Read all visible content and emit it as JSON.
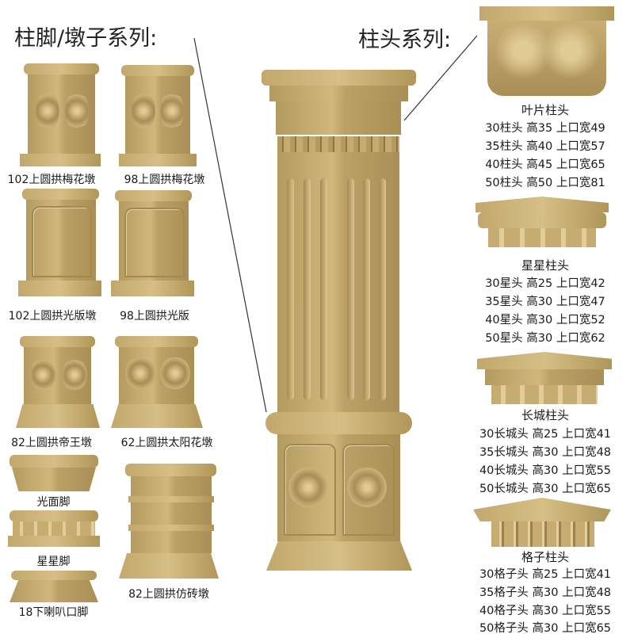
{
  "left_title": "柱脚/墩子系列:",
  "right_title": "柱头系列:",
  "base_products": [
    {
      "label": "102上圆拱梅花墩"
    },
    {
      "label": "98上圆拱梅花墩"
    },
    {
      "label": "102上圆拱光版墩"
    },
    {
      "label": "98上圆拱光版"
    },
    {
      "label": "82上圆拱帝王墩"
    },
    {
      "label": "62上圆拱太阳花墩"
    },
    {
      "label": "光面脚"
    },
    {
      "label": "星星脚"
    },
    {
      "label": "18下喇叭口脚"
    },
    {
      "label": "82上圆拱仿砖墩"
    }
  ],
  "capitals": [
    {
      "name": "叶片柱头",
      "specs": [
        "30柱头 高35 上口宽49",
        "35柱头 高40 上口宽57",
        "40柱头 高45 上口宽65",
        "50柱头 高50 上口宽81"
      ]
    },
    {
      "name": "星星柱头",
      "specs": [
        "30星头 高25 上口宽42",
        "35星头 高30 上口宽47",
        "40星头 高30 上口宽52",
        "50星头 高30 上口宽62"
      ]
    },
    {
      "name": "长城柱头",
      "specs": [
        "30长城头 高25 上口宽41",
        "35长城头 高30 上口宽48",
        "40长城头 高30 上口宽55",
        "50长城头 高30 上口宽65"
      ]
    },
    {
      "name": "格子柱头",
      "specs": [
        "30格子头 高25 上口宽41",
        "35格子头 高30 上口宽48",
        "40格子头 高30 上口宽55",
        "50格子头 高30 上口宽65"
      ]
    }
  ],
  "colors": {
    "stone": "#c9ae73",
    "text": "#1a1a1a"
  }
}
